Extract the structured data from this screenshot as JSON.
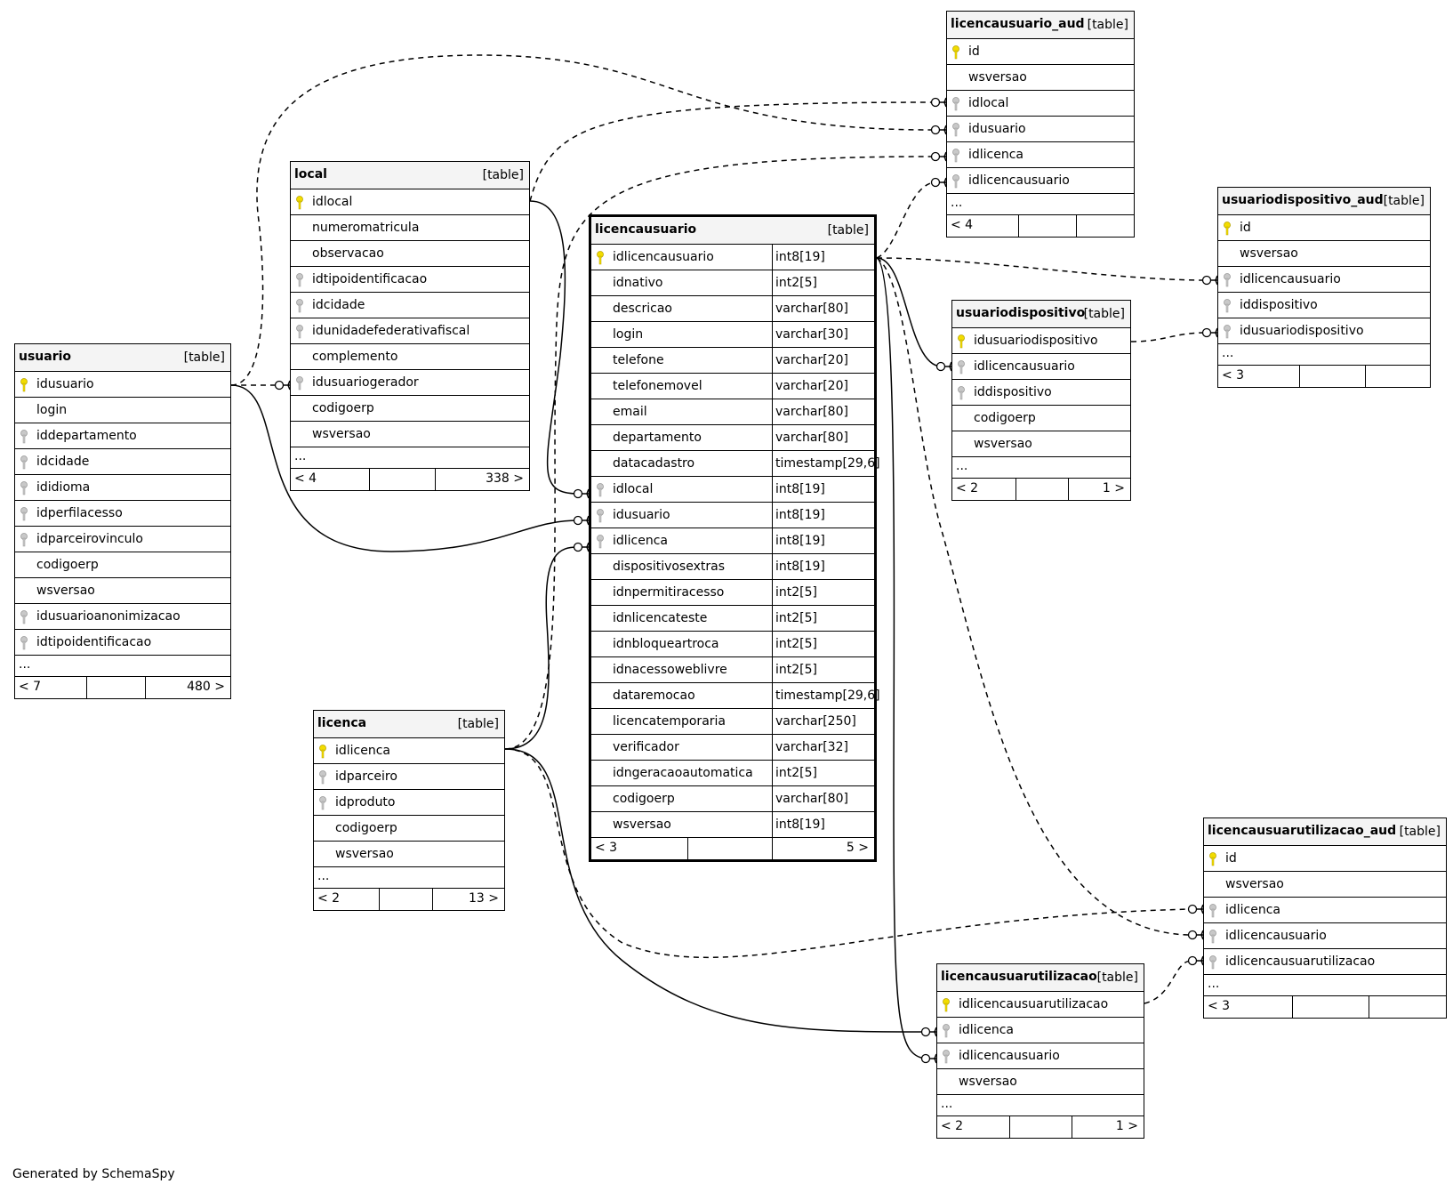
{
  "footer_credit": "Generated by SchemaSpy",
  "tables": [
    {
      "id": "usuario",
      "name": "usuario",
      "tag": "[table]",
      "columns": [
        {
          "name": "idusuario",
          "key": "pk"
        },
        {
          "name": "login",
          "key": ""
        },
        {
          "name": "iddepartamento",
          "key": "fk"
        },
        {
          "name": "idcidade",
          "key": "fk"
        },
        {
          "name": "ididioma",
          "key": "fk"
        },
        {
          "name": "idperfilacesso",
          "key": "fk"
        },
        {
          "name": "idparceirovinculo",
          "key": "fk"
        },
        {
          "name": "codigoerp",
          "key": ""
        },
        {
          "name": "wsversao",
          "key": ""
        },
        {
          "name": "idusuarioanonimizacao",
          "key": "fk"
        },
        {
          "name": "idtipoidentificacao",
          "key": "fk"
        }
      ],
      "ellipsis": "...",
      "footer": {
        "left": "< 7",
        "right": "480 >"
      }
    },
    {
      "id": "local",
      "name": "local",
      "tag": "[table]",
      "columns": [
        {
          "name": "idlocal",
          "key": "pk"
        },
        {
          "name": "numeromatricula",
          "key": ""
        },
        {
          "name": "observacao",
          "key": ""
        },
        {
          "name": "idtipoidentificacao",
          "key": "fk"
        },
        {
          "name": "idcidade",
          "key": "fk"
        },
        {
          "name": "idunidadefederativafiscal",
          "key": "fk"
        },
        {
          "name": "complemento",
          "key": ""
        },
        {
          "name": "idusuariogerador",
          "key": "fk"
        },
        {
          "name": "codigoerp",
          "key": ""
        },
        {
          "name": "wsversao",
          "key": ""
        }
      ],
      "ellipsis": "...",
      "footer": {
        "left": "< 4",
        "right": "338 >"
      }
    },
    {
      "id": "licenca",
      "name": "licenca",
      "tag": "[table]",
      "columns": [
        {
          "name": "idlicenca",
          "key": "pk"
        },
        {
          "name": "idparceiro",
          "key": "fk"
        },
        {
          "name": "idproduto",
          "key": "fk"
        },
        {
          "name": "codigoerp",
          "key": ""
        },
        {
          "name": "wsversao",
          "key": ""
        }
      ],
      "ellipsis": "...",
      "footer": {
        "left": "< 2",
        "right": "13 >"
      }
    },
    {
      "id": "licencausuario",
      "name": "licencausuario",
      "tag": "[table]",
      "focus": true,
      "columns": [
        {
          "name": "idlicencausuario",
          "type": "int8[19]",
          "key": "pk"
        },
        {
          "name": "idnativo",
          "type": "int2[5]",
          "key": ""
        },
        {
          "name": "descricao",
          "type": "varchar[80]",
          "key": ""
        },
        {
          "name": "login",
          "type": "varchar[30]",
          "key": ""
        },
        {
          "name": "telefone",
          "type": "varchar[20]",
          "key": ""
        },
        {
          "name": "telefonemovel",
          "type": "varchar[20]",
          "key": ""
        },
        {
          "name": "email",
          "type": "varchar[80]",
          "key": ""
        },
        {
          "name": "departamento",
          "type": "varchar[80]",
          "key": ""
        },
        {
          "name": "datacadastro",
          "type": "timestamp[29,6]",
          "key": ""
        },
        {
          "name": "idlocal",
          "type": "int8[19]",
          "key": "fk"
        },
        {
          "name": "idusuario",
          "type": "int8[19]",
          "key": "fk"
        },
        {
          "name": "idlicenca",
          "type": "int8[19]",
          "key": "fk"
        },
        {
          "name": "dispositivosextras",
          "type": "int8[19]",
          "key": ""
        },
        {
          "name": "idnpermitiracesso",
          "type": "int2[5]",
          "key": ""
        },
        {
          "name": "idnlicencateste",
          "type": "int2[5]",
          "key": ""
        },
        {
          "name": "idnbloqueartroca",
          "type": "int2[5]",
          "key": ""
        },
        {
          "name": "idnacessoweblivre",
          "type": "int2[5]",
          "key": ""
        },
        {
          "name": "dataremocao",
          "type": "timestamp[29,6]",
          "key": ""
        },
        {
          "name": "licencatemporaria",
          "type": "varchar[250]",
          "key": ""
        },
        {
          "name": "verificador",
          "type": "varchar[32]",
          "key": ""
        },
        {
          "name": "idngeracaoautomatica",
          "type": "int2[5]",
          "key": ""
        },
        {
          "name": "codigoerp",
          "type": "varchar[80]",
          "key": ""
        },
        {
          "name": "wsversao",
          "type": "int8[19]",
          "key": ""
        }
      ],
      "footer": {
        "left": "< 3",
        "right": "5 >"
      }
    },
    {
      "id": "licencausuario_aud",
      "name": "licencausuario_aud",
      "tag": "[table]",
      "columns": [
        {
          "name": "id",
          "key": "pk"
        },
        {
          "name": "wsversao",
          "key": ""
        },
        {
          "name": "idlocal",
          "key": "fk"
        },
        {
          "name": "idusuario",
          "key": "fk"
        },
        {
          "name": "idlicenca",
          "key": "fk"
        },
        {
          "name": "idlicencausuario",
          "key": "fk"
        }
      ],
      "ellipsis": "...",
      "footer": {
        "left": "< 4",
        "right": ""
      }
    },
    {
      "id": "usuariodispositivo",
      "name": "usuariodispositivo",
      "tag": "[table]",
      "columns": [
        {
          "name": "idusuariodispositivo",
          "key": "pk"
        },
        {
          "name": "idlicencausuario",
          "key": "fk"
        },
        {
          "name": "iddispositivo",
          "key": "fk"
        },
        {
          "name": "codigoerp",
          "key": ""
        },
        {
          "name": "wsversao",
          "key": ""
        }
      ],
      "ellipsis": "...",
      "footer": {
        "left": "< 2",
        "right": "1 >"
      }
    },
    {
      "id": "usuariodispositivo_aud",
      "name": "usuariodispositivo_aud",
      "tag": "[table]",
      "columns": [
        {
          "name": "id",
          "key": "pk"
        },
        {
          "name": "wsversao",
          "key": ""
        },
        {
          "name": "idlicencausuario",
          "key": "fk"
        },
        {
          "name": "iddispositivo",
          "key": "fk"
        },
        {
          "name": "idusuariodispositivo",
          "key": "fk"
        }
      ],
      "ellipsis": "...",
      "footer": {
        "left": "< 3",
        "right": ""
      }
    },
    {
      "id": "licencausuarutilizacao_aud",
      "name": "licencausuarutilizacao_aud",
      "tag": "[table]",
      "columns": [
        {
          "name": "id",
          "key": "pk"
        },
        {
          "name": "wsversao",
          "key": ""
        },
        {
          "name": "idlicenca",
          "key": "fk"
        },
        {
          "name": "idlicencausuario",
          "key": "fk"
        },
        {
          "name": "idlicencausuarutilizacao",
          "key": "fk"
        }
      ],
      "ellipsis": "...",
      "footer": {
        "left": "< 3",
        "right": ""
      }
    },
    {
      "id": "licencausuarutilizacao",
      "name": "licencausuarutilizacao",
      "tag": "[table]",
      "columns": [
        {
          "name": "idlicencausuarutilizacao",
          "key": "pk"
        },
        {
          "name": "idlicenca",
          "key": "fk"
        },
        {
          "name": "idlicencausuario",
          "key": "fk"
        },
        {
          "name": "wsversao",
          "key": ""
        }
      ],
      "ellipsis": "...",
      "footer": {
        "left": "< 2",
        "right": "1 >"
      }
    }
  ]
}
